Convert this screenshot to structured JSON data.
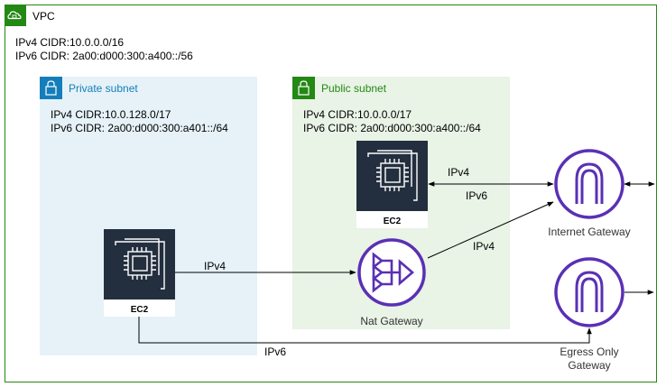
{
  "colors": {
    "vpc_border": "#248814",
    "private_fill": "#e6f2f8",
    "private_accent": "#147eba",
    "public_fill": "#e9f3e6",
    "public_accent": "#248814",
    "ec2_dark": "#232f3e",
    "gateway_purple": "#5a30b5",
    "line": "#000000"
  },
  "vpc": {
    "title": "VPC",
    "ipv4": "IPv4 CIDR:10.0.0.0/16",
    "ipv6": "IPv6 CIDR: 2a00:d000:300:a400::/56",
    "icon": "cloud-lock-icon"
  },
  "private_subnet": {
    "title": "Private subnet",
    "ipv4": "IPv4 CIDR:10.0.128.0/17",
    "ipv6": "IPv6 CIDR: 2a00:d000:300:a401::/64",
    "icon": "lock-icon",
    "ec2_label": "EC2"
  },
  "public_subnet": {
    "title": "Public subnet",
    "ipv4": "IPv4 CIDR:10.0.0.0/17",
    "ipv6": "IPv6 CIDR: 2a00:d000:300:a400::/64",
    "icon": "lock-icon",
    "ec2_label": "EC2"
  },
  "gateways": {
    "nat": "Nat Gateway",
    "internet": "Internet Gateway",
    "egress_line1": "Egress Only",
    "egress_line2": "Gateway"
  },
  "edges": {
    "private_to_nat": "IPv4",
    "public_ec2_ipv4": "IPv4",
    "public_ec2_ipv6": "IPv6",
    "nat_to_igw": "IPv4",
    "private_to_egress": "IPv6"
  }
}
